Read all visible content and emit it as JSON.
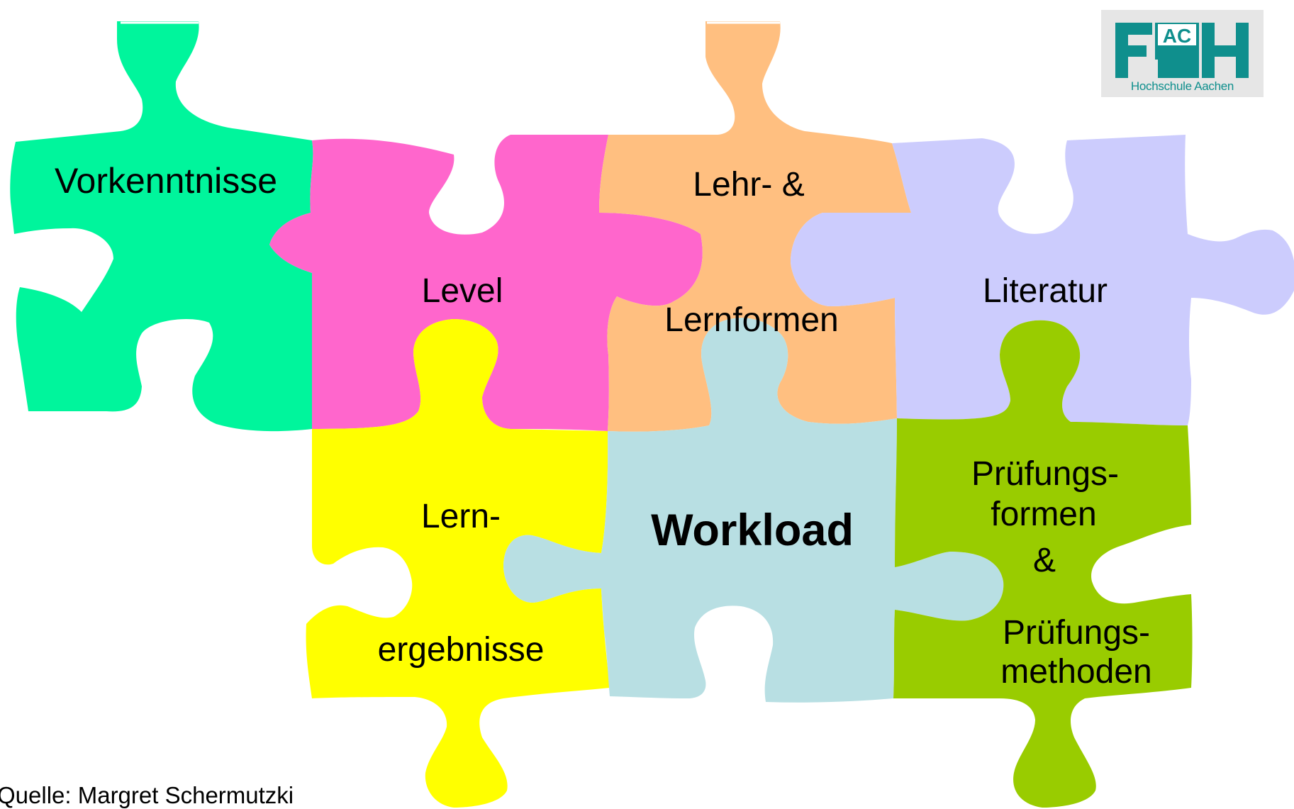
{
  "pieces": {
    "vorkenntnisse": "Vorkenntnisse",
    "level": "Level",
    "lehr_line1": "Lehr- &",
    "lehr_line2": "Lernformen",
    "literatur": "Literatur",
    "lern_line1": "Lern-",
    "lern_line2": "ergebnisse",
    "workload": "Workload",
    "pruef_line1": "Prüfungs-",
    "pruef_line2": "formen",
    "pruef_line3": "&",
    "pruef_line4": "Prüfungs-",
    "pruef_line5": "methoden"
  },
  "logo": {
    "letters": "FH",
    "superscript": "AC",
    "subtitle": "Hochschule Aachen"
  },
  "source": "Quelle: Margret Schermutzki",
  "colors": {
    "green_piece": "#00f59c",
    "pink_piece": "#ff66cc",
    "orange_piece": "#ffbf80",
    "lavender_piece": "#ccccfd",
    "yellow_piece": "#ffff00",
    "light_blue_piece": "#b8dfe3",
    "olive_piece": "#99cc00",
    "logo_teal": "#0f8f8d"
  }
}
